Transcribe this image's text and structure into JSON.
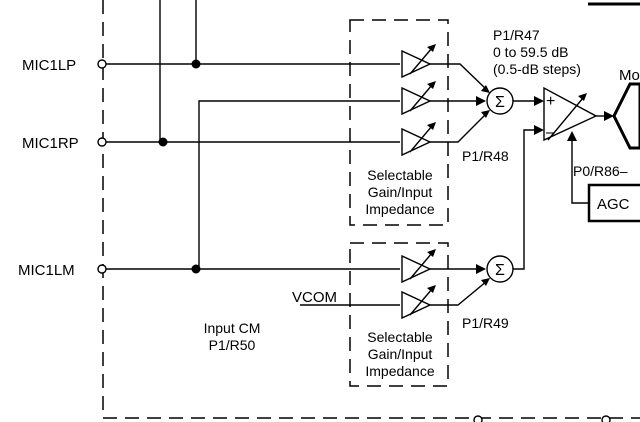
{
  "pins": {
    "mic1lp": "MIC1LP",
    "mic1rp": "MIC1RP",
    "mic1lm": "MIC1LM"
  },
  "labels": {
    "vcom": "VCOM",
    "gain_reg": "P1/R47",
    "gain_range": "0 to 59.5 dB",
    "gain_steps": "(0.5-dB steps)",
    "mixer_left_reg": "P1/R48",
    "mixer_right_reg": "P1/R49",
    "input_cm_title": "Input CM",
    "input_cm_reg": "P1/R50",
    "agc_reg": "P0/R86–",
    "agc": "AGC",
    "mod_partial": "Mo"
  },
  "pga_blocks": [
    {
      "line1": "Selectable",
      "line2": "Gain/Input",
      "line3": "Impedance"
    },
    {
      "line1": "Selectable",
      "line2": "Gain/Input",
      "line3": "Impedance"
    }
  ],
  "symbols": {
    "sum": "Σ",
    "plus": "+",
    "minus": "–"
  }
}
